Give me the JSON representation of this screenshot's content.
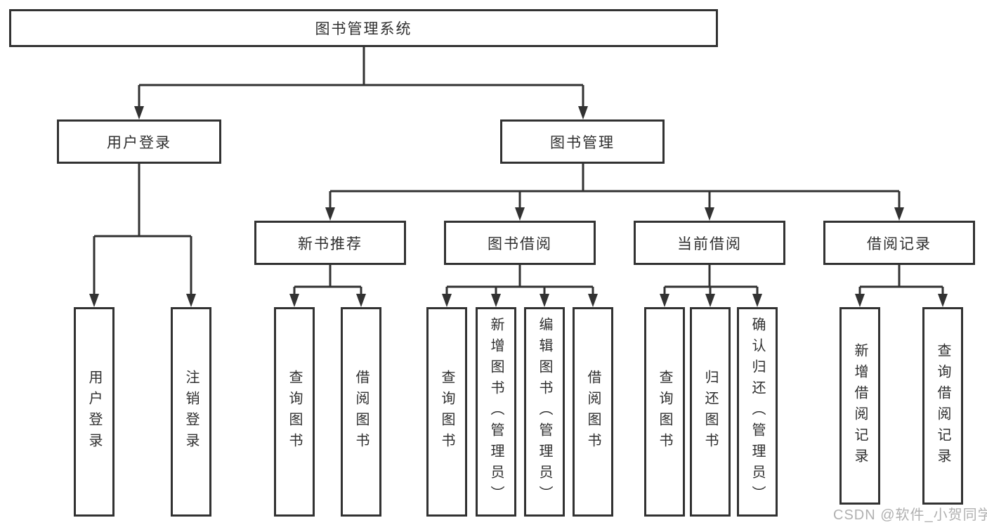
{
  "colors": {
    "background": "#ffffff",
    "line": "#323232",
    "text": "#2f2f2f",
    "watermark_text": "#b0b0b0"
  },
  "watermark": "CSDN @软件_小贺同学",
  "tree": {
    "root": {
      "label": "图书管理系统"
    },
    "branches": [
      {
        "label": "用户登录",
        "leaves": [
          {
            "label": "用户登录"
          },
          {
            "label": "注销登录"
          }
        ]
      },
      {
        "label": "图书管理",
        "sections": [
          {
            "label": "新书推荐",
            "leaves": [
              {
                "label": "查询图书"
              },
              {
                "label": "借阅图书"
              }
            ]
          },
          {
            "label": "图书借阅",
            "leaves": [
              {
                "label": "查询图书"
              },
              {
                "label": "新增图书（管理员）"
              },
              {
                "label": "编辑图书（管理员）"
              },
              {
                "label": "借阅图书"
              }
            ]
          },
          {
            "label": "当前借阅",
            "leaves": [
              {
                "label": "查询图书"
              },
              {
                "label": "归还图书"
              },
              {
                "label": "确认归还（管理员）"
              }
            ]
          },
          {
            "label": "借阅记录",
            "leaves": [
              {
                "label": "新增借阅记录"
              },
              {
                "label": "查询借阅记录"
              }
            ]
          }
        ]
      }
    ]
  }
}
